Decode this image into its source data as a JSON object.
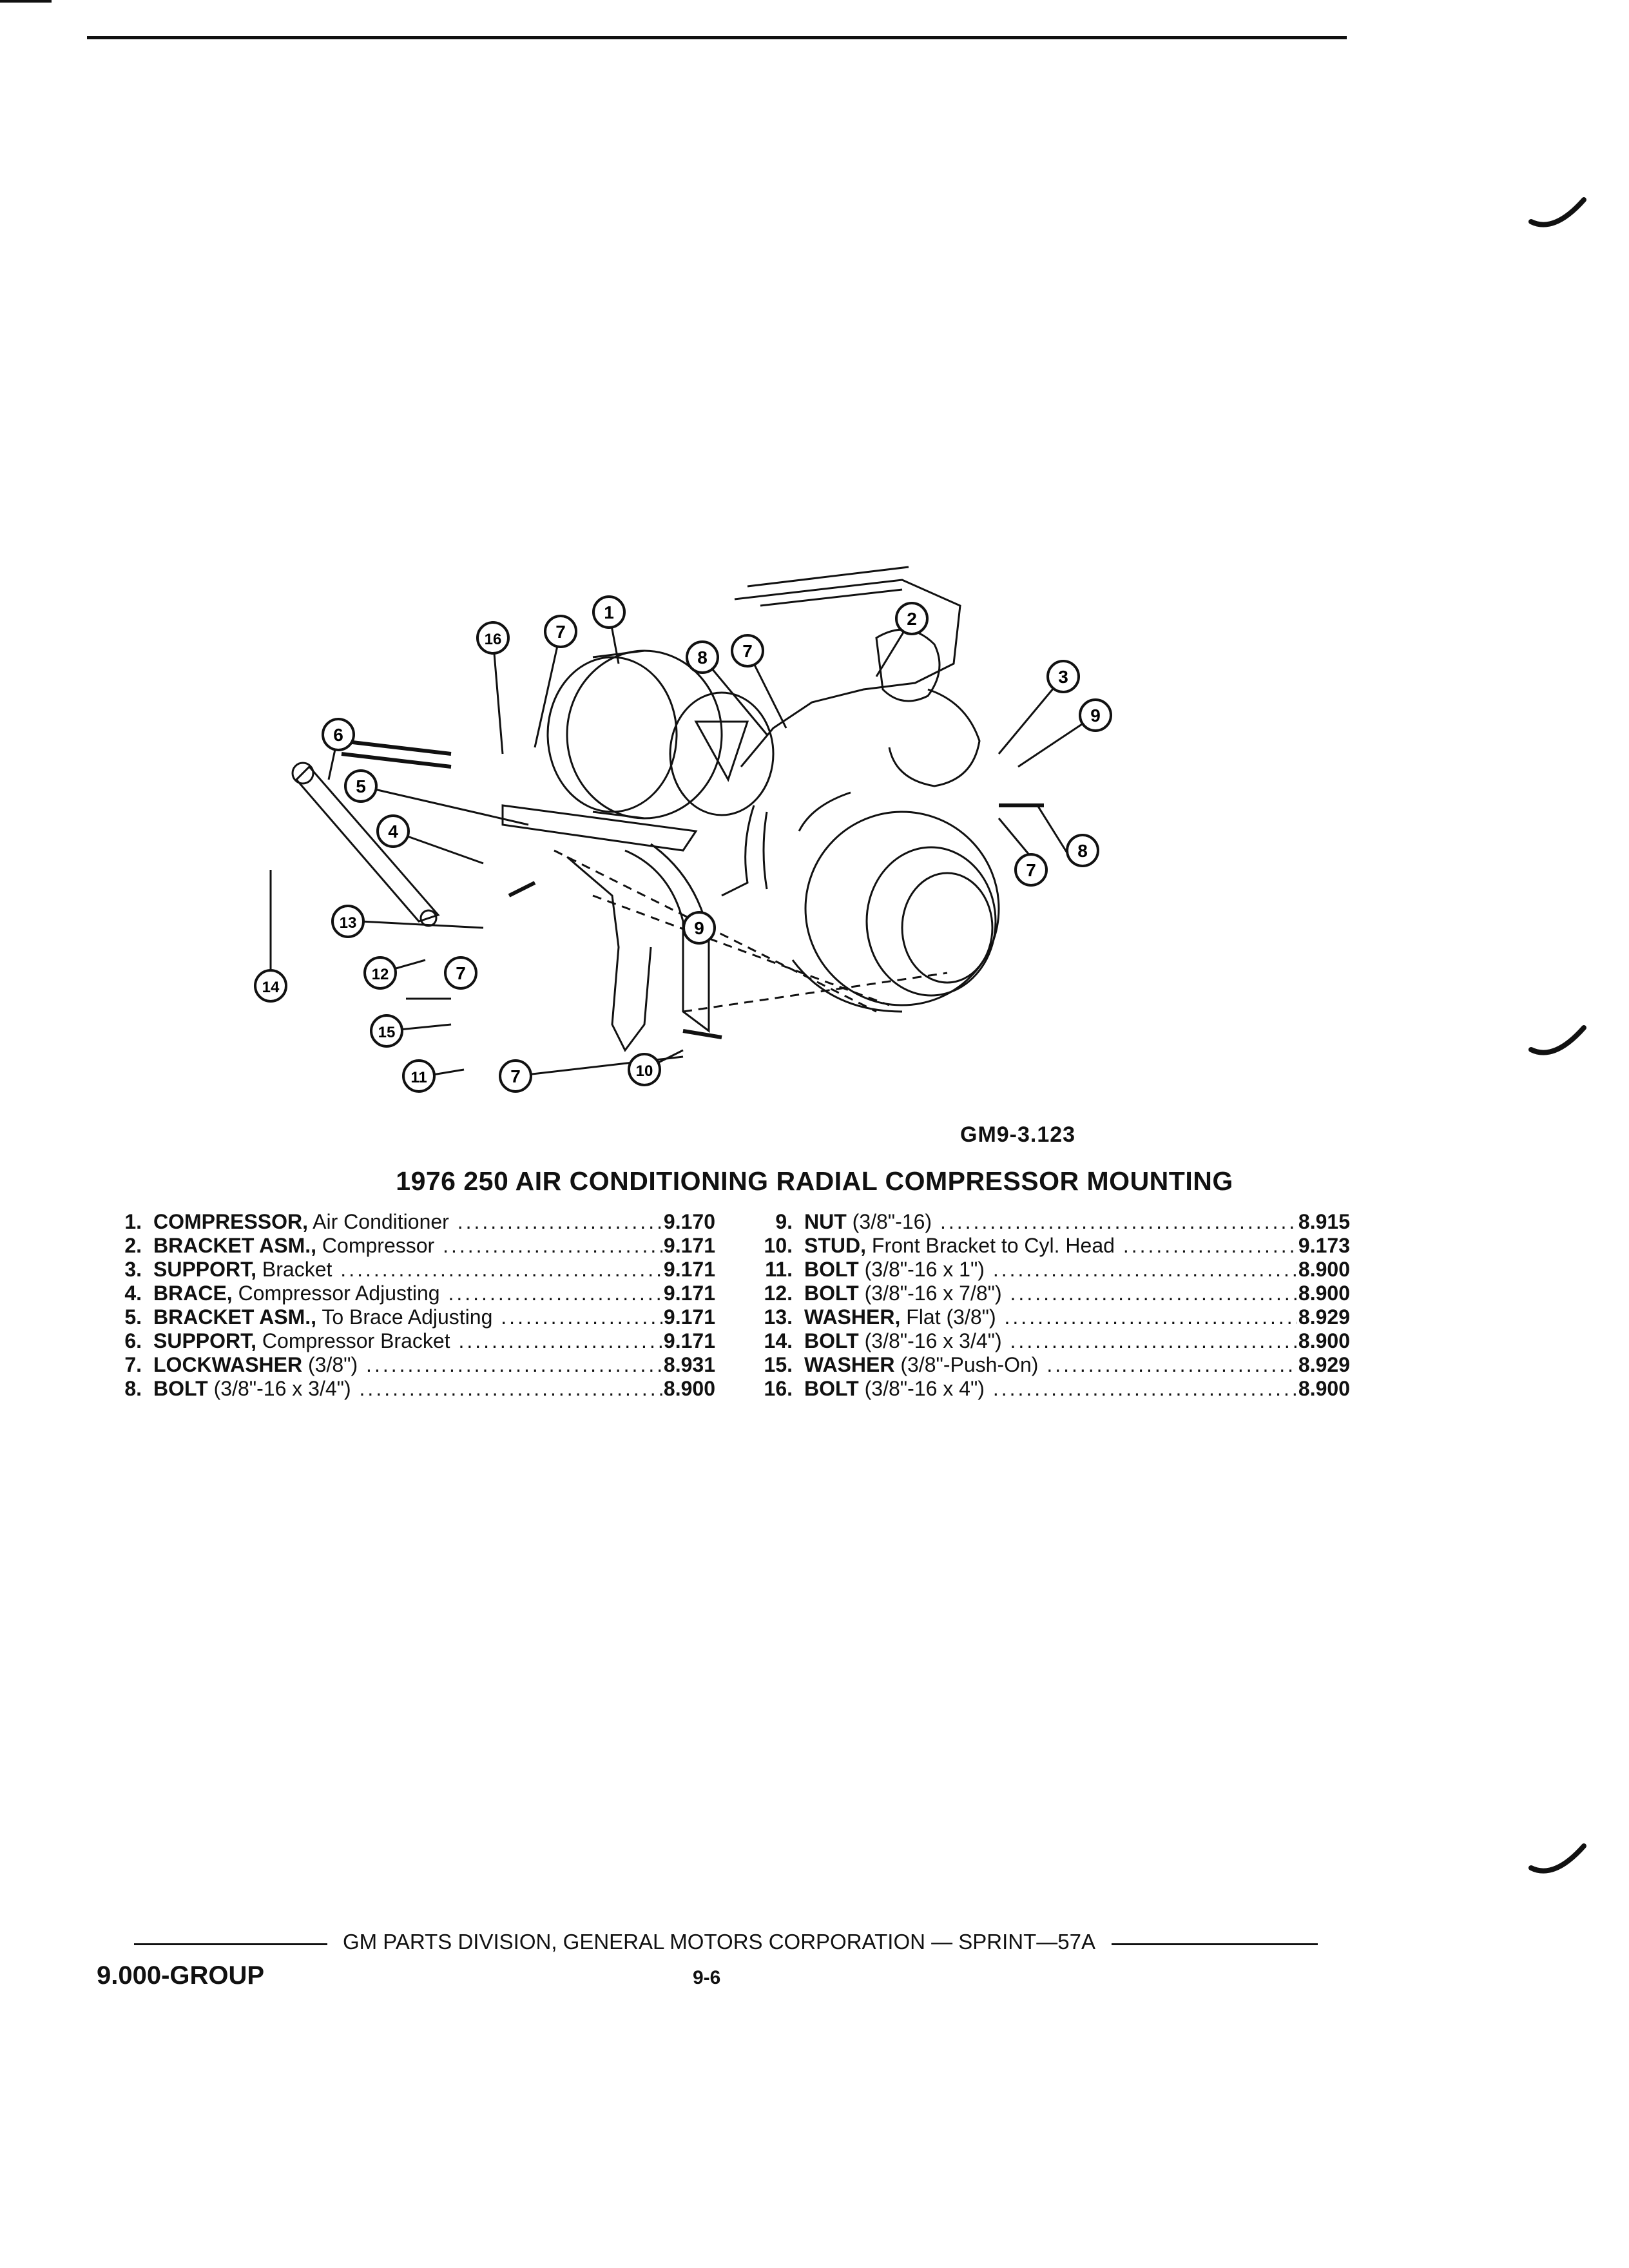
{
  "figure": {
    "code": "GM9-3.123",
    "callouts": [
      "16",
      "7",
      "1",
      "2",
      "8",
      "7",
      "3",
      "9",
      "6",
      "5",
      "4",
      "14",
      "13",
      "12",
      "7",
      "15",
      "11",
      "7",
      "10",
      "9",
      "7",
      "8"
    ]
  },
  "title": "1976 250 AIR CONDITIONING RADIAL COMPRESSOR MOUNTING",
  "parts_left": [
    {
      "num": "1.",
      "name": "COMPRESSOR,",
      "detail": "Air Conditioner",
      "code": "9.170"
    },
    {
      "num": "2.",
      "name": "BRACKET ASM.,",
      "detail": "Compressor",
      "code": "9.171"
    },
    {
      "num": "3.",
      "name": "SUPPORT,",
      "detail": "Bracket",
      "code": "9.171"
    },
    {
      "num": "4.",
      "name": "BRACE,",
      "detail": "Compressor Adjusting",
      "code": "9.171"
    },
    {
      "num": "5.",
      "name": "BRACKET ASM.,",
      "detail": "To Brace Adjusting",
      "code": "9.171"
    },
    {
      "num": "6.",
      "name": "SUPPORT,",
      "detail": "Compressor Bracket",
      "code": "9.171"
    },
    {
      "num": "7.",
      "name": "LOCKWASHER",
      "detail": "(3/8\")",
      "code": "8.931"
    },
    {
      "num": "8.",
      "name": "BOLT",
      "detail": "(3/8\"-16 x 3/4\")",
      "code": "8.900"
    }
  ],
  "parts_right": [
    {
      "num": "9.",
      "name": "NUT",
      "detail": "(3/8\"-16)",
      "code": "8.915"
    },
    {
      "num": "10.",
      "name": "STUD,",
      "detail": "Front Bracket to Cyl. Head",
      "code": "9.173"
    },
    {
      "num": "11.",
      "name": "BOLT",
      "detail": "(3/8\"-16 x 1\")",
      "code": "8.900"
    },
    {
      "num": "12.",
      "name": "BOLT",
      "detail": "(3/8\"-16 x 7/8\")",
      "code": "8.900"
    },
    {
      "num": "13.",
      "name": "WASHER,",
      "detail": "Flat (3/8\")",
      "code": "8.929"
    },
    {
      "num": "14.",
      "name": "BOLT",
      "detail": "(3/8\"-16 x 3/4\")",
      "code": "8.900"
    },
    {
      "num": "15.",
      "name": "WASHER",
      "detail": "(3/8\"-Push-On)",
      "code": "8.929"
    },
    {
      "num": "16.",
      "name": "BOLT",
      "detail": "(3/8\"-16 x 4\")",
      "code": "8.900"
    }
  ],
  "footer": {
    "text": "GM PARTS DIVISION, GENERAL MOTORS CORPORATION — SPRINT—57A",
    "group": "9.000-GROUP",
    "page": "9-6"
  }
}
